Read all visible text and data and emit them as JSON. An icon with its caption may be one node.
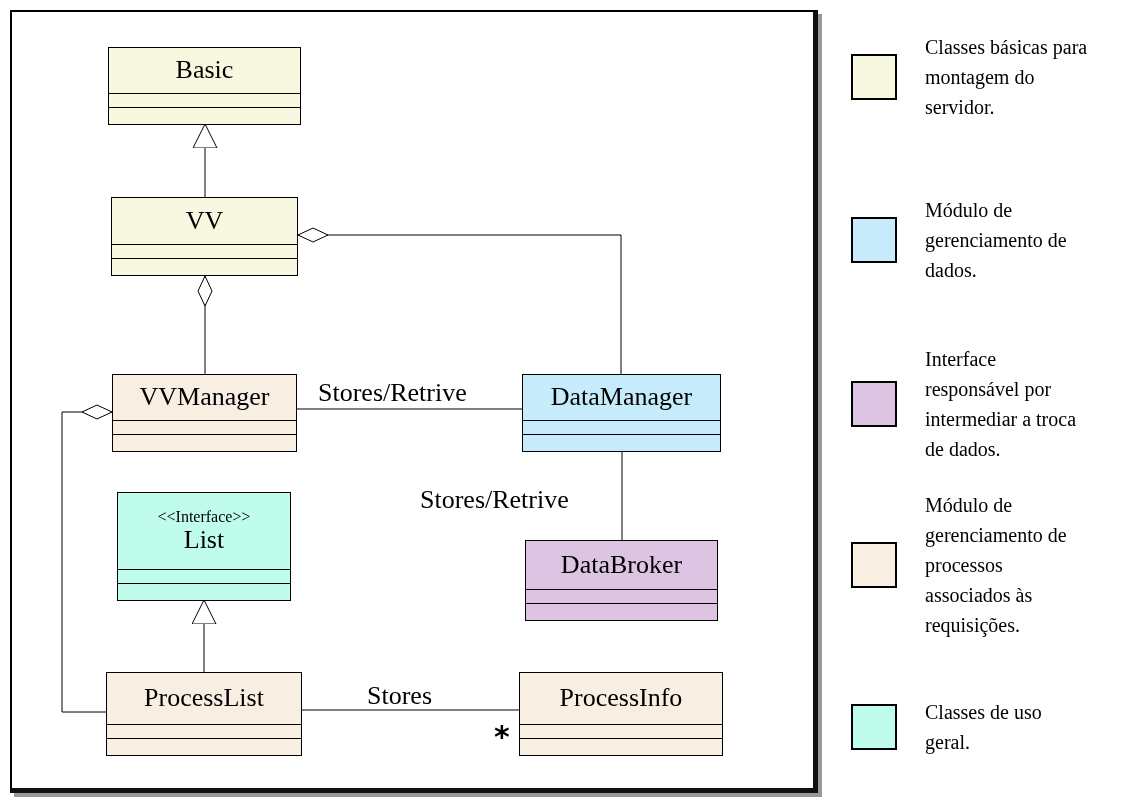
{
  "diagram": {
    "nodes": [
      {
        "text": [
          "Basic"
        ]
      },
      {
        "text": [
          "VV"
        ]
      },
      {
        "text": [
          "VVManager"
        ]
      },
      {
        "text": [
          "DataManager"
        ]
      },
      {
        "text": [
          "<<Interface>>",
          "List"
        ]
      },
      {
        "text": [
          "DataBroker"
        ]
      },
      {
        "text": [
          "ProcessList"
        ]
      },
      {
        "text": [
          "ProcessInfo"
        ]
      }
    ],
    "edges": [
      {
        "from": 1,
        "to": 0,
        "arrow": "to"
      },
      {
        "from": 1,
        "to": 3,
        "arrow": "other"
      },
      {
        "from": 1,
        "to": 2,
        "arrow": "other"
      },
      {
        "from": 2,
        "to": 6,
        "arrow": "other"
      },
      {
        "from": 2,
        "to": 3,
        "label": "Stores/Retrive",
        "arrow": "none"
      },
      {
        "from": 3,
        "to": 5,
        "label": "Stores/Retrive",
        "arrow": "none"
      },
      {
        "from": 6,
        "to": 4,
        "arrow": "to"
      },
      {
        "from": 6,
        "to": 7,
        "label": "Stores",
        "arrow": "none"
      }
    ],
    "labels": [
      "*"
    ],
    "legend": [
      {
        "text": "Classes básicas para montagem do servidor.",
        "color": "#f8f8e0"
      },
      {
        "text": "Módulo de gerenciamento de dados.",
        "color": "#c6ecfc"
      },
      {
        "text": "Interface responsável por intermediar a troca de dados.",
        "color": "#dcc4e2"
      },
      {
        "text": "Módulo de gerenciamento de processos associados às requisições.",
        "color": "#f8eee2"
      },
      {
        "text": "Classes de uso geral.",
        "color": "#c0fcec"
      }
    ]
  }
}
